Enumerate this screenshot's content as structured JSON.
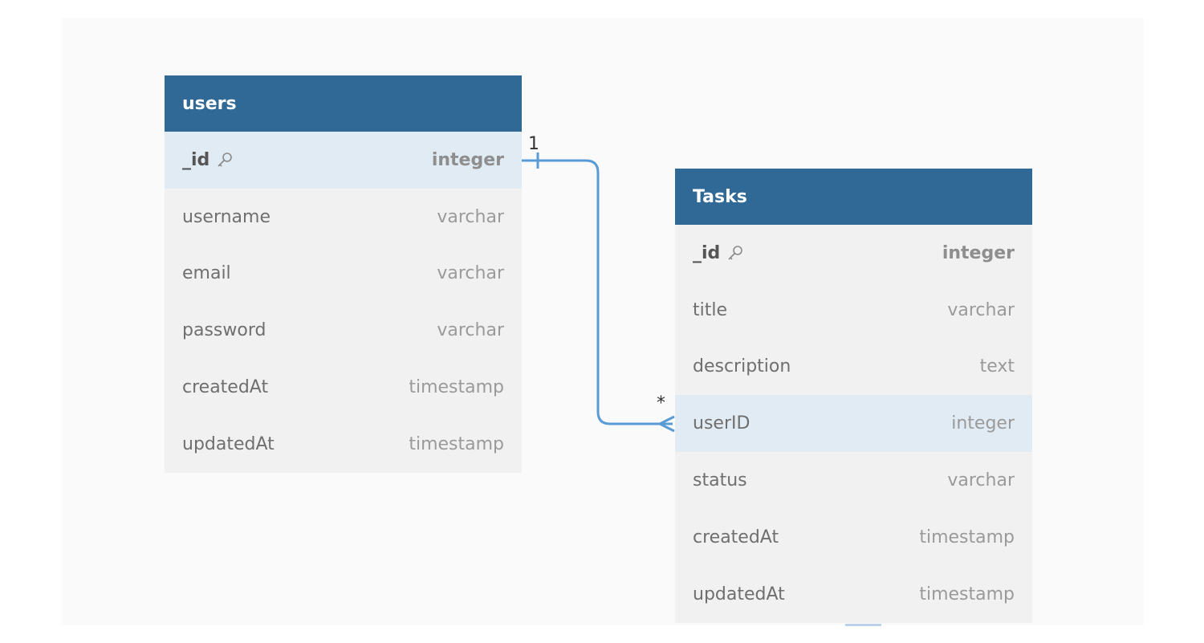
{
  "tables": {
    "users": {
      "name": "users",
      "fields": [
        {
          "name": "_id",
          "type": "integer"
        },
        {
          "name": "username",
          "type": "varchar"
        },
        {
          "name": "email",
          "type": "varchar"
        },
        {
          "name": "password",
          "type": "varchar"
        },
        {
          "name": "createdAt",
          "type": "timestamp"
        },
        {
          "name": "updatedAt",
          "type": "timestamp"
        }
      ]
    },
    "tasks": {
      "name": "Tasks",
      "fields": [
        {
          "name": "_id",
          "type": "integer"
        },
        {
          "name": "title",
          "type": "varchar"
        },
        {
          "name": "description",
          "type": "text"
        },
        {
          "name": "userID",
          "type": "integer"
        },
        {
          "name": "status",
          "type": "varchar"
        },
        {
          "name": "createdAt",
          "type": "timestamp"
        },
        {
          "name": "updatedAt",
          "type": "timestamp"
        }
      ]
    }
  },
  "relationship": {
    "one_label": "1",
    "many_label": "*"
  },
  "colors": {
    "header": "#306896",
    "highlight": "#e0ebf3",
    "connector": "#5b9bd5"
  },
  "icons": {
    "primary_key": "key-icon"
  }
}
